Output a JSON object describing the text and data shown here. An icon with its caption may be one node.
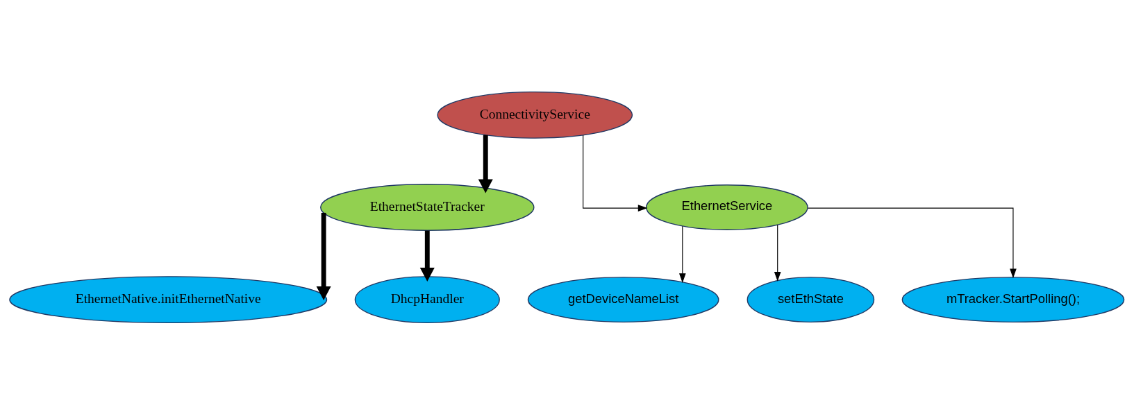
{
  "diagram": {
    "nodes": [
      {
        "text": [
          "ConnectivityService"
        ]
      },
      {
        "text": [
          "EthernetStateTracker"
        ]
      },
      {
        "text": [
          "EthernetService"
        ]
      },
      {
        "text": [
          "EthernetNative.initEthernetNative"
        ]
      },
      {
        "text": [
          "DhcpHandler"
        ]
      },
      {
        "text": [
          "getDeviceNameList"
        ]
      },
      {
        "text": [
          "setEthState"
        ]
      },
      {
        "text": [
          "mTracker.StartPolling();"
        ]
      }
    ],
    "edges": [
      {
        "from": 0,
        "to": 1,
        "arrow": "to",
        "style": "thick"
      },
      {
        "from": 0,
        "to": 2,
        "arrow": "to"
      },
      {
        "from": 1,
        "to": 3,
        "arrow": "to",
        "style": "thick"
      },
      {
        "from": 1,
        "to": 4,
        "arrow": "to",
        "style": "thick"
      },
      {
        "from": 2,
        "to": 5,
        "arrow": "to"
      },
      {
        "from": 2,
        "to": 6,
        "arrow": "to"
      },
      {
        "from": 2,
        "to": 7,
        "arrow": "to"
      }
    ]
  }
}
